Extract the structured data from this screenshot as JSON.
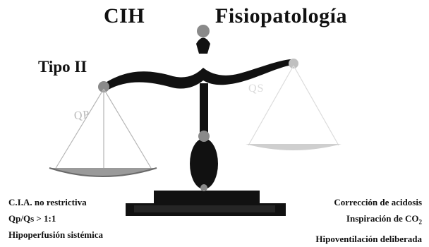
{
  "titles": {
    "left": "CIH",
    "right": "Fisiopatología"
  },
  "subtitle": "Tipo II",
  "pans": {
    "left_label": "QP",
    "right_label": "QS"
  },
  "left_list": [
    "C.I.A. no restrictiva",
    "Qp/Qs > 1:1",
    "Hipoperfusión sistémica"
  ],
  "right_list": {
    "item1": "Corrección de acidosis",
    "item2_main": "Inspiración de CO",
    "item2_sub": "2",
    "item3": "Hipoventilación deliberada"
  },
  "colors": {
    "ink": "#111111",
    "knob": "#8a8a8a",
    "pan_left": "#9a9a9a",
    "pan_right": "#cfcfcf"
  }
}
